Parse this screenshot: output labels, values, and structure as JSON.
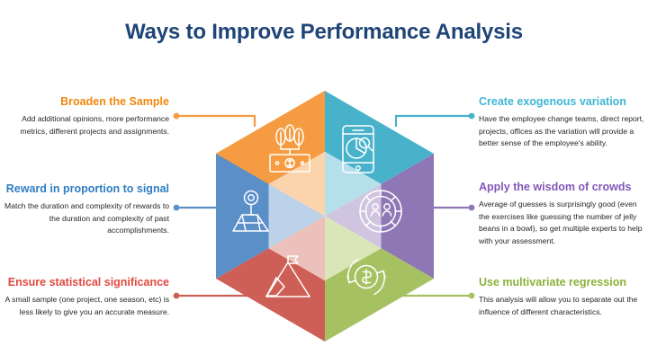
{
  "page": {
    "title": "Ways to Improve Performance Analysis",
    "title_color": "#1f4477",
    "background": "#ffffff"
  },
  "diagram": {
    "shape": "hexagon",
    "segments": [
      {
        "id": "broaden",
        "side": "left",
        "position": "top-left",
        "color": "#f59c42",
        "inner_color": "#fbd4ab",
        "icon": "money-plant-growth-icon",
        "heading": "Broaden the Sample",
        "body": "Add additional opinions, more performance metrics, different projects and assignments."
      },
      {
        "id": "reward",
        "side": "left",
        "position": "left",
        "color": "#5a8fc8",
        "inner_color": "#bcd2e8",
        "icon": "map-location-pin-icon",
        "heading": "Reward in proportion to signal",
        "body": "Match the duration and complexity of rewards to the duration and complexity of past accomplishments."
      },
      {
        "id": "ensure",
        "side": "left",
        "position": "bottom-left",
        "color": "#cd5f56",
        "inner_color": "#ecc0bb",
        "icon": "mountain-flag-summit-icon",
        "heading": "Ensure statistical significance",
        "body": "A small sample (one project, one season, etc) is less likely to give you an accurate measure."
      },
      {
        "id": "create",
        "side": "right",
        "position": "top-right",
        "color": "#48b2cb",
        "inner_color": "#b4dfeb",
        "icon": "smartphone-pie-chart-icon",
        "heading": "Create exogenous variation",
        "body": "Have the employee change teams, direct report, projects, offices as the variation will provide a better sense of the employee's ability."
      },
      {
        "id": "apply",
        "side": "right",
        "position": "right",
        "color": "#8f77b5",
        "inner_color": "#cfc5e0",
        "icon": "global-crowd-network-icon",
        "heading": "Apply the wisdom of crowds",
        "body": "Average of guesses is surprisingly good (even the exercises like guessing the number of jelly beans in a bowl), so get multiple experts to help with your assessment."
      },
      {
        "id": "use",
        "side": "right",
        "position": "bottom-right",
        "color": "#a6c162",
        "inner_color": "#dbe6b8",
        "icon": "dollar-refresh-cycle-icon",
        "heading": "Use multivariate regression",
        "body": "This analysis will allow you to separate out the influence of different characteristics."
      }
    ]
  }
}
